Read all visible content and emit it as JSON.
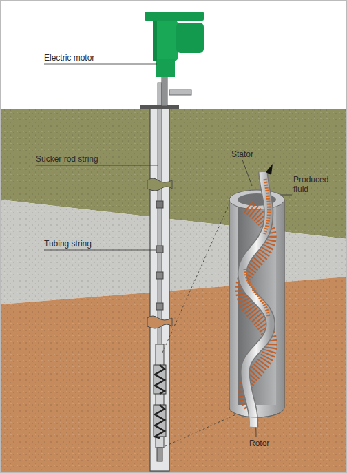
{
  "diagram": {
    "labels": [
      "Electric motor",
      "Sucker rod string",
      "Tubing string",
      "Stator",
      "Produced fluid",
      "Rotor"
    ]
  }
}
